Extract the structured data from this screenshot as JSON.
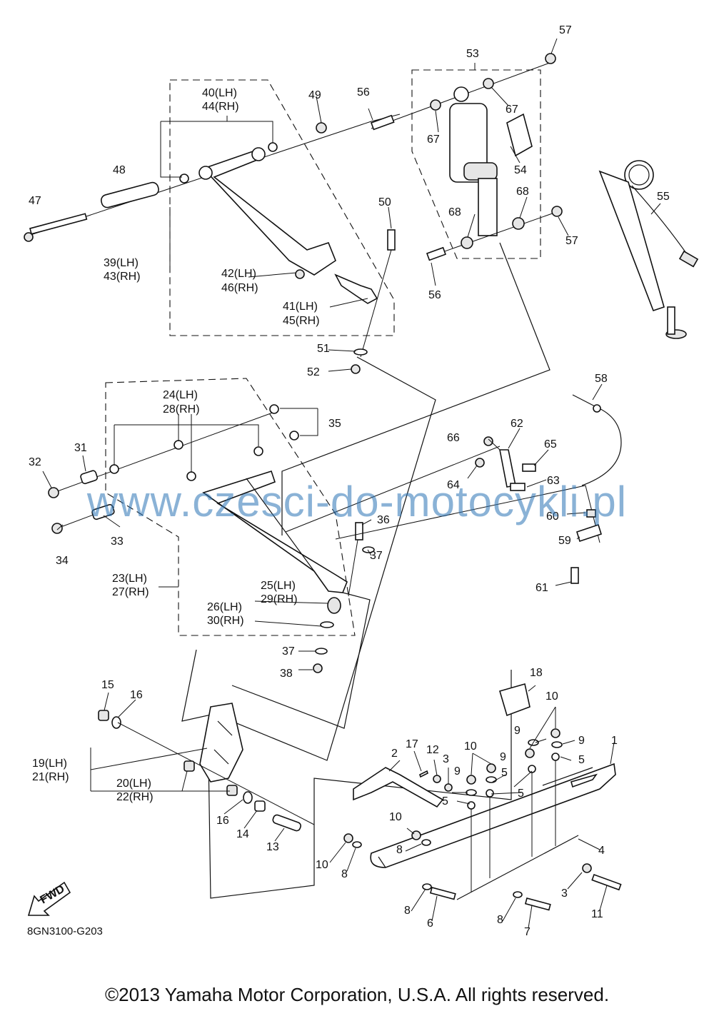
{
  "diagram_code": "8GN3100-G203",
  "copyright": "©2013 Yamaha Motor Corporation, U.S.A. All rights reserved.",
  "watermark": "www.czesci-do-motocykli.pl",
  "fwd_label": "FWD",
  "labels": {
    "l1": "1",
    "l2": "2",
    "l3a": "3",
    "l3b": "3",
    "l4": "4",
    "l5a": "5",
    "l5b": "5",
    "l5c": "5",
    "l5d": "5",
    "l6": "6",
    "l7": "7",
    "l8a": "8",
    "l8b": "8",
    "l8c": "8",
    "l8d": "8",
    "l9a": "9",
    "l9b": "9",
    "l9c": "9",
    "l9d": "9",
    "l10a": "10",
    "l10b": "10",
    "l10c": "10",
    "l10d": "10",
    "l11": "11",
    "l12": "12",
    "l13": "13",
    "l14": "14",
    "l15": "15",
    "l16a": "16",
    "l16b": "16",
    "l17": "17",
    "l18": "18",
    "l19": "19(LH)",
    "l21": "21(RH)",
    "l20": "20(LH)",
    "l22": "22(RH)",
    "l23": "23(LH)",
    "l27": "27(RH)",
    "l24": "24(LH)",
    "l28": "28(RH)",
    "l25": "25(LH)",
    "l29": "29(RH)",
    "l26": "26(LH)",
    "l30": "30(RH)",
    "l31": "31",
    "l32": "32",
    "l33": "33",
    "l34": "34",
    "l35": "35",
    "l36": "36",
    "l37a": "37",
    "l37b": "37",
    "l38": "38",
    "l39": "39(LH)",
    "l43": "43(RH)",
    "l40": "40(LH)",
    "l44": "44(RH)",
    "l41": "41(LH)",
    "l45": "45(RH)",
    "l42": "42(LH)",
    "l46": "46(RH)",
    "l47": "47",
    "l48": "48",
    "l49": "49",
    "l50": "50",
    "l51": "51",
    "l52": "52",
    "l53": "53",
    "l54": "54",
    "l55": "55",
    "l56a": "56",
    "l56b": "56",
    "l57a": "57",
    "l57b": "57",
    "l58": "58",
    "l59": "59",
    "l60": "60",
    "l61": "61",
    "l62": "62",
    "l63": "63",
    "l64": "64",
    "l65": "65",
    "l66": "66",
    "l67a": "67",
    "l67b": "67",
    "l68a": "68",
    "l68b": "68"
  }
}
